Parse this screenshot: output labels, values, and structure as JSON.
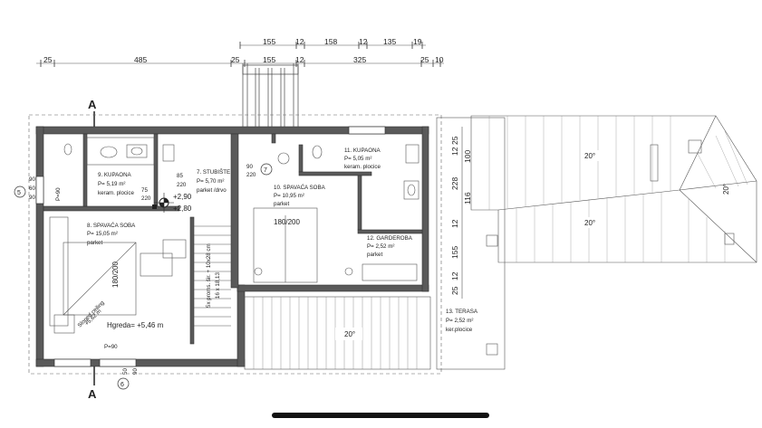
{
  "top_dims_row1": [
    "155",
    "12",
    "158",
    "12",
    "135",
    "19"
  ],
  "top_dims_row2": [
    "25",
    "485",
    "25",
    "155",
    "12",
    "325",
    "25",
    "10"
  ],
  "right_dims": [
    "25",
    "12",
    "100",
    "228",
    "116",
    "12",
    "155",
    "12",
    "25"
  ],
  "left_dims": [
    "60",
    "90",
    "90"
  ],
  "section_label": "A",
  "axis_5": "5",
  "axis_6": "6",
  "axis_7": "7",
  "rooms": {
    "kupaona9": {
      "name": "9. KUPAONA",
      "area": "P= 5,19 m²",
      "floor": "keram. plocice"
    },
    "stubiste7": {
      "name": "7. STUBIŠTE",
      "area": "P= 5,70 m²",
      "floor": "parket /drvo"
    },
    "spavaca10": {
      "name": "10. SPAVAĆA SOBA",
      "area": "P= 10,95 m²",
      "floor": "parket"
    },
    "kupaona11": {
      "name": "11. KUPAONA",
      "area": "P= 5,05 m²",
      "floor": "keram. plocice"
    },
    "spavaca8": {
      "name": "8. SPAVAĆA SOBA",
      "area": "P= 15,05 m²",
      "floor": "parket"
    },
    "garderoba12": {
      "name": "12. GARDEROBA",
      "area": "P= 2,52 m²",
      "floor": "parket"
    },
    "terasa13": {
      "name": "13. TERASA",
      "area": "P= 2,52 m²",
      "floor": "ker.plocice"
    }
  },
  "labels": {
    "level_290": "+2,90",
    "level_280": "+2,80",
    "door_85": "85",
    "door_220a": "220",
    "door_75": "75",
    "door_220b": "220",
    "door_90": "90",
    "door_220c": "220",
    "bed1": "180/200",
    "bed2": "180/200",
    "sloped": "Sloped ceiling",
    "sloped_level": "+5,62 m",
    "hgreda": "Hgreda= +5,46 m",
    "stairs": "5x proms. šir. + 10x28 cm",
    "stairs2": "16 x 18,13",
    "p90_left": "P=90",
    "p90_bottom": "P=90",
    "dim_50": "50",
    "dim_90": "90",
    "roof_20a": "20°",
    "roof_20b": "20°",
    "roof_20c": "20°",
    "roof_20d": "20°"
  }
}
